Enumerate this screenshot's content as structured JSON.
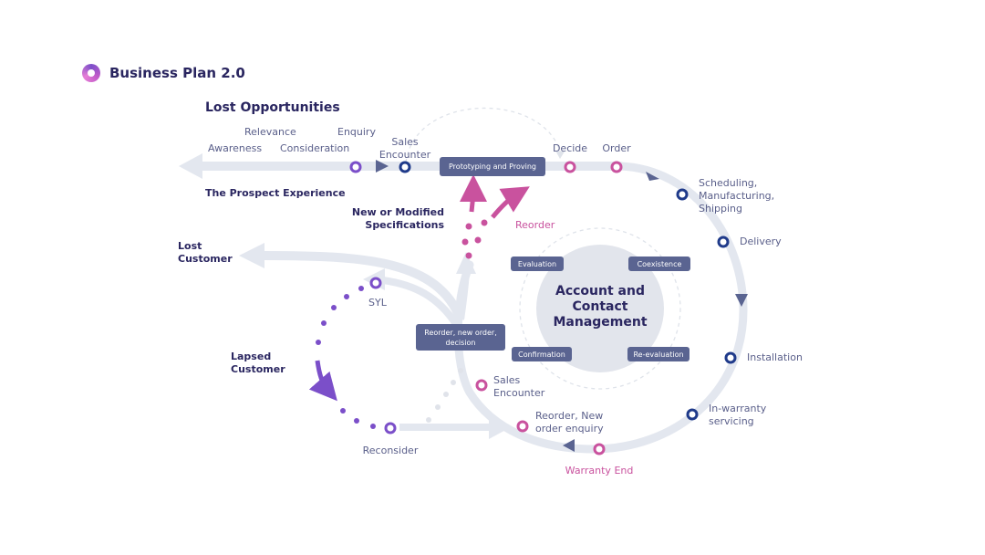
{
  "header": {
    "title": "Business Plan 2.0"
  },
  "diagram": {
    "lost_opportunities": "Lost Opportunities",
    "prospect_experience": "The Prospect Experience",
    "awareness": "Awareness",
    "relevance": "Relevance",
    "consideration": "Consideration",
    "enquiry": "Enquiry",
    "sales_encounter_top": [
      "Sales",
      "Encounter"
    ],
    "prototyping": "Prototyping and Proving",
    "decide": "Decide",
    "order": "Order",
    "scheduling": [
      "Scheduling,",
      "Manufacturing,",
      "Shipping"
    ],
    "delivery": "Delivery",
    "installation": "Installation",
    "in_warranty": [
      "In-warranty",
      "servicing"
    ],
    "warranty_end": "Warranty End",
    "reorder_enquiry": [
      "Reorder, New",
      "order enquiry"
    ],
    "sales_encounter_inner": [
      "Sales",
      "Encounter"
    ],
    "reconsider": "Reconsider",
    "lapsed_customer": [
      "Lapsed",
      "Customer"
    ],
    "syl": "SYL",
    "lost_customer": [
      "Lost",
      "Customer"
    ],
    "new_specs": [
      "New or Modified",
      "Specifications"
    ],
    "reorder": "Reorder",
    "reorder_decision": [
      "Reorder, new order,",
      "decision"
    ],
    "center": [
      "Account and",
      "Contact",
      "Management"
    ],
    "evaluation": "Evaluation",
    "coexistence": "Coexistence",
    "confirmation": "Confirmation",
    "re_evaluation": "Re-evaluation"
  },
  "colors": {
    "track": "#e3e7ef",
    "navy": "#1f3a8a",
    "purple": "#7b4fc9",
    "pink": "#c9529e",
    "pill": "#5a6491",
    "text": "#2a2660"
  }
}
